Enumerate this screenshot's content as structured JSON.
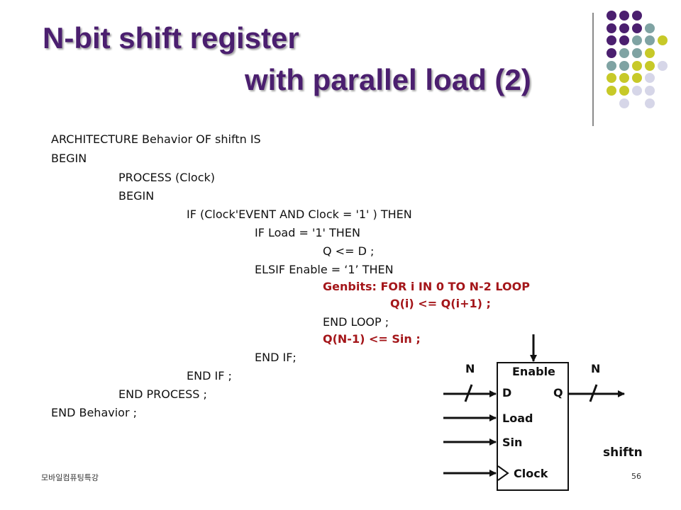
{
  "slide": {
    "title_line1": "N-bit shift register",
    "title_line2": "with parallel load (2)",
    "footer_left": "모바일컴퓨팅특강",
    "page_number": "56"
  },
  "code": {
    "lines": [
      "ARCHITECTURE Behavior OF shiftn IS",
      "BEGIN",
      "PROCESS (Clock)",
      "BEGIN",
      "IF (Clock'EVENT AND Clock = '1' ) THEN",
      "IF Load = '1' THEN",
      "Q <= D ;",
      "ELSIF Enable = ‘1’ THEN",
      "Genbits: FOR i IN 0 TO N-2 LOOP",
      "Q(i) <= Q(i+1) ;",
      "END LOOP ;",
      "Q(N-1) <= Sin ;",
      "END IF;",
      "END IF ;",
      "END PROCESS ;",
      "END Behavior ;"
    ]
  },
  "diagram": {
    "enable_label": "Enable",
    "d_label": "D",
    "q_label": "Q",
    "load_label": "Load",
    "sin_label": "Sin",
    "clock_label": "Clock",
    "n_input": "N",
    "n_output": "N",
    "block_name": "shiftn"
  },
  "colors": {
    "title": "#4b1f6f",
    "code_highlight": "#a4161a",
    "dot_purple": "#4b1f6f",
    "dot_teal": "#7fa3a3",
    "dot_yellow": "#c7c928",
    "dot_lavender": "#d6d6e8"
  }
}
